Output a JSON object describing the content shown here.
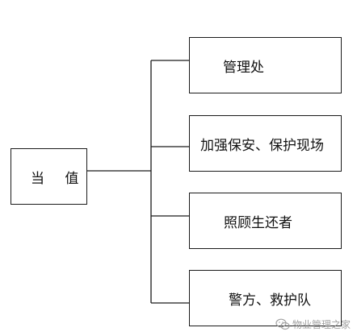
{
  "diagram": {
    "root": {
      "label": "当 值"
    },
    "children": [
      {
        "label": "管理处"
      },
      {
        "label": "加强保安、保护现场"
      },
      {
        "label": "照顾生还者"
      },
      {
        "label": "警方、救护队"
      }
    ]
  },
  "watermark": {
    "text": "物业管理之家",
    "icon": "wechat-icon"
  },
  "colors": {
    "line": "#1a1a1a",
    "watermark": "#9a9a9a"
  }
}
